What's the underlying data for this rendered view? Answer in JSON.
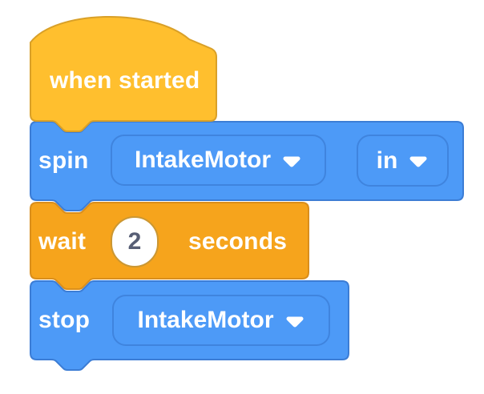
{
  "colors": {
    "workspace_bg": "#FFFFFF",
    "label_text": "#FFFFFF",
    "hat_fill": "#FFBF2E",
    "hat_stroke": "#D9A028",
    "blue_fill": "#4D9AF7",
    "blue_stroke": "#3C7DD5",
    "dropdown_stroke": "#3F84DE",
    "orange_fill": "#F6A41C",
    "orange_stroke": "#D98E1C",
    "input_bg": "#FFFFFF",
    "input_border": "#CB9733",
    "input_text": "#575E75"
  },
  "workspace": {
    "hat_block": {
      "label": "when started"
    },
    "spin_block": {
      "label": "spin",
      "motor": {
        "value": "IntakeMotor"
      },
      "direction": {
        "value": "in"
      }
    },
    "wait_block": {
      "label": "wait",
      "seconds_value": "2",
      "unit_label": "seconds"
    },
    "stop_block": {
      "label": "stop",
      "motor": {
        "value": "IntakeMotor"
      }
    }
  }
}
